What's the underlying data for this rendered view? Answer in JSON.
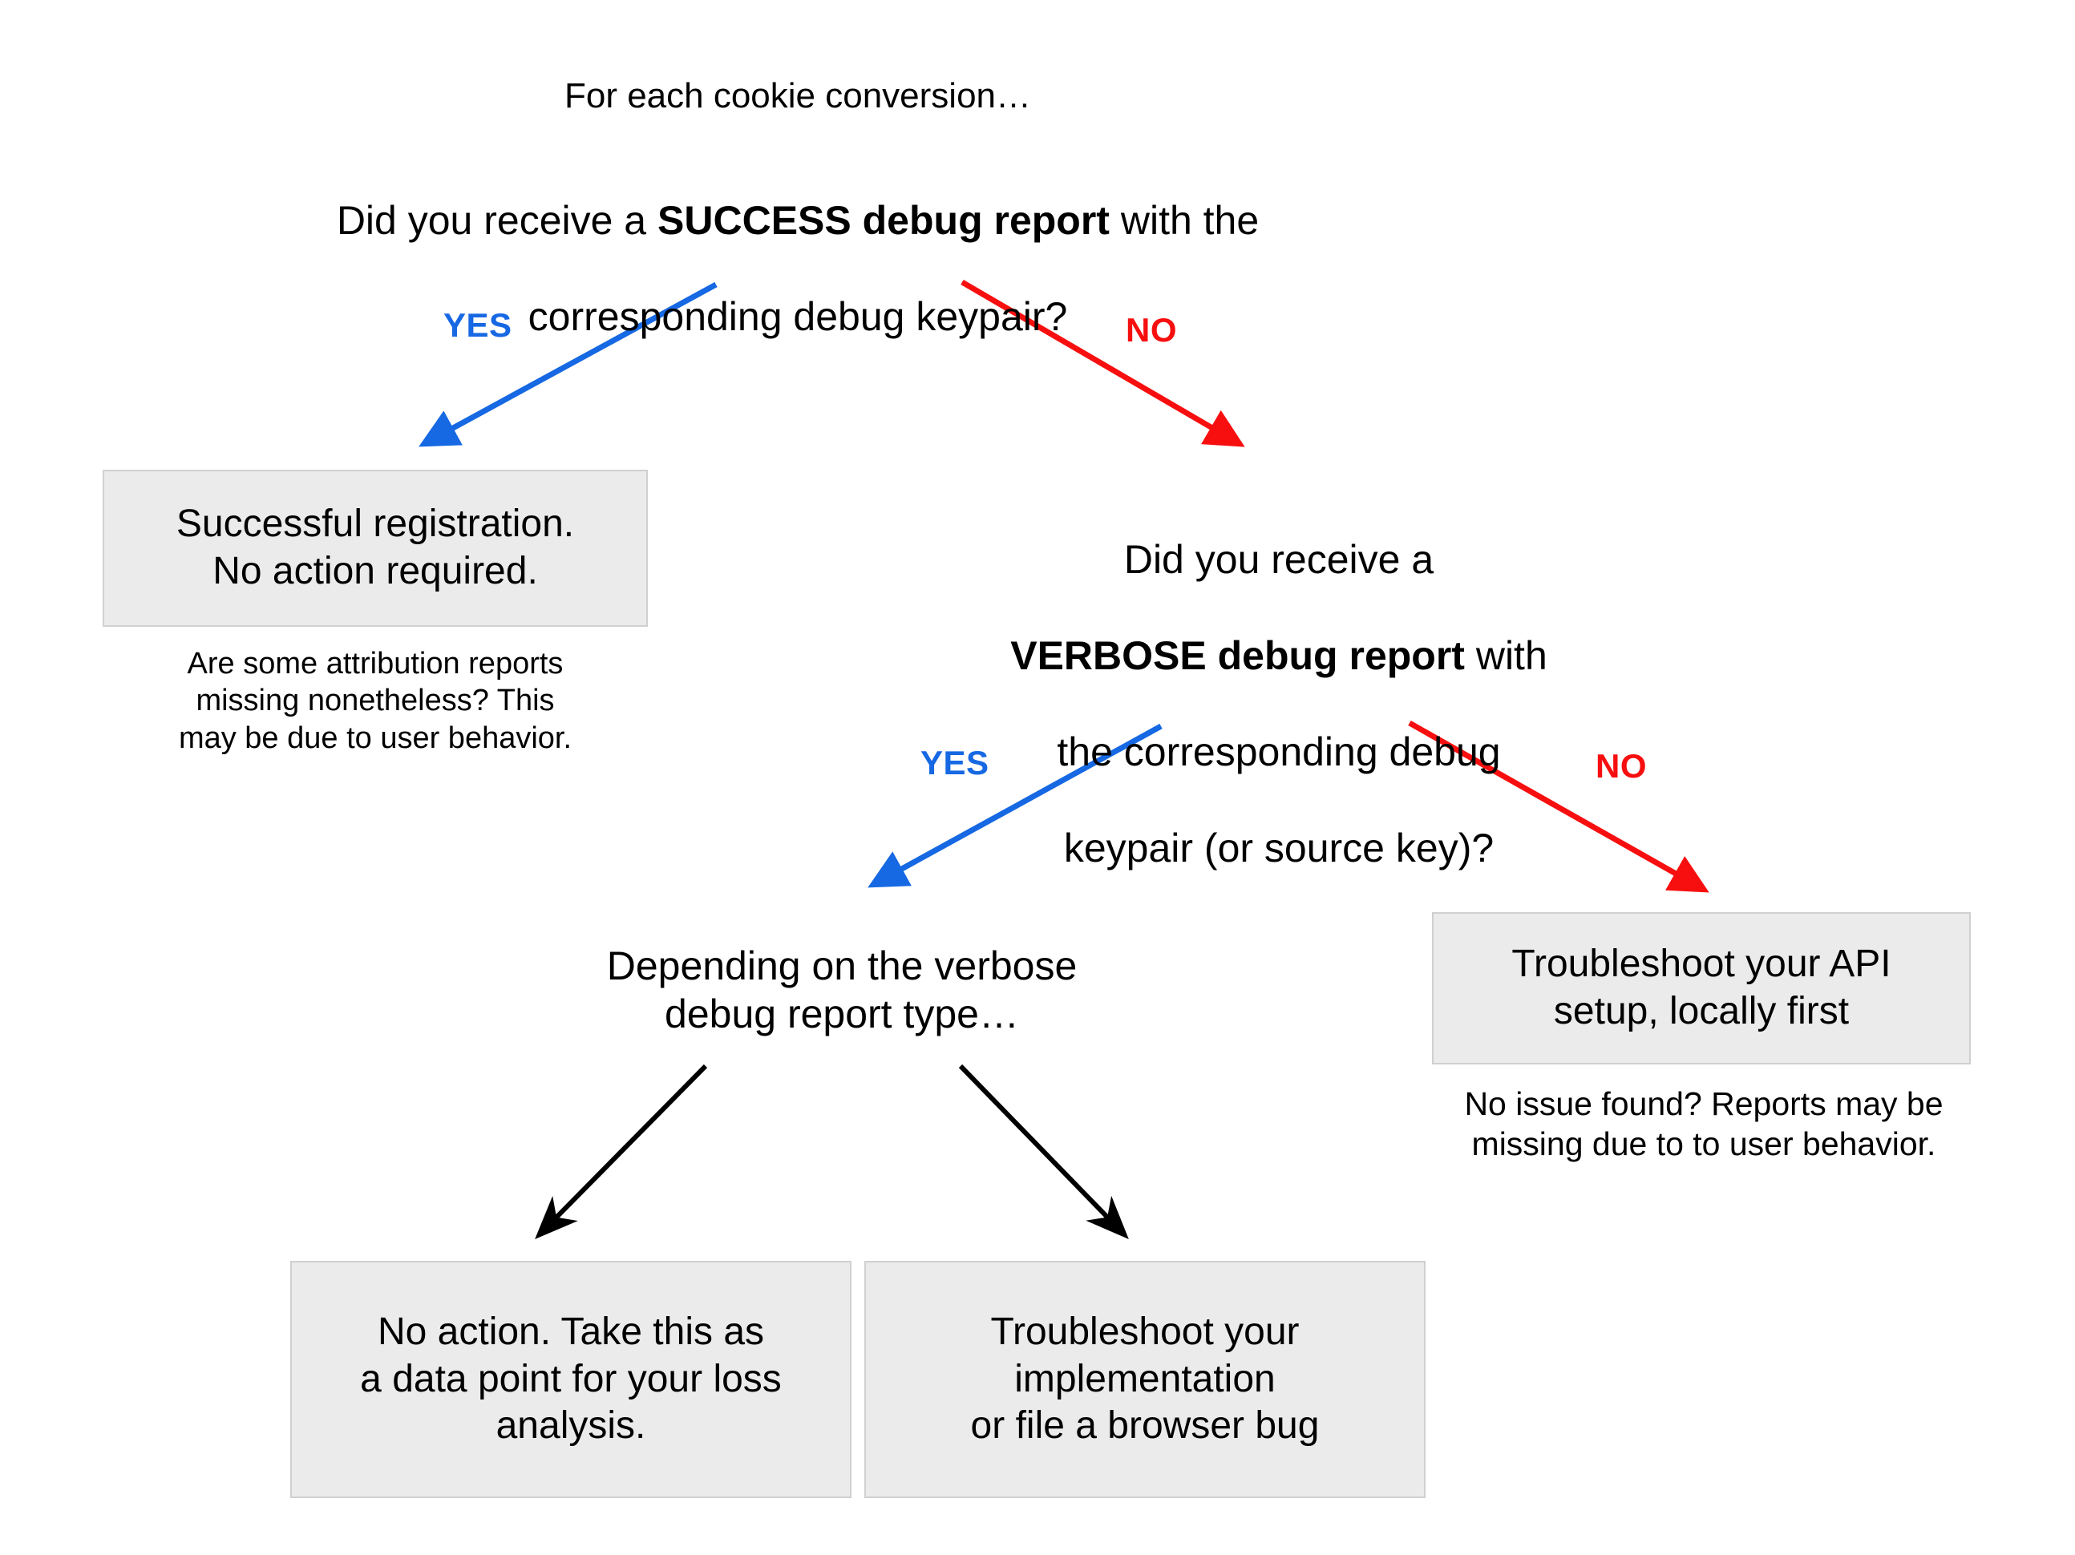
{
  "diagram": {
    "title_lead": "For each cookie conversion…",
    "colors": {
      "yes": "#1668e3",
      "no": "#f70f0f",
      "box_fill": "#ebebeb",
      "box_border": "#d0d0d0",
      "text": "#000000",
      "neutral_arrow": "#000000"
    }
  },
  "root_question": {
    "line1_pre": "Did you receive a ",
    "line1_bold": "SUCCESS debug report",
    "line1_post": " with the",
    "line2": "corresponding debug keypair?"
  },
  "second_question": {
    "line1": "Did you receive a",
    "line2_bold": "VERBOSE debug report",
    "line2_post": " with",
    "line3": "the corresponding debug",
    "line4": "keypair (or source key)?"
  },
  "third_prompt": {
    "text": "Depending on the verbose\ndebug report type…"
  },
  "edges": [
    {
      "id": "edge-root-yes",
      "label": "YES",
      "kind": "yes"
    },
    {
      "id": "edge-root-no",
      "label": "NO",
      "kind": "no"
    },
    {
      "id": "edge-second-yes",
      "label": "YES",
      "kind": "yes"
    },
    {
      "id": "edge-second-no",
      "label": "NO",
      "kind": "no"
    },
    {
      "id": "edge-type-left",
      "label": "",
      "kind": "neutral"
    },
    {
      "id": "edge-type-right",
      "label": "",
      "kind": "neutral"
    }
  ],
  "boxes": {
    "success": {
      "text": "Successful registration.\nNo action required."
    },
    "api_setup": {
      "text": "Troubleshoot your API\nsetup, locally first"
    },
    "no_action": {
      "text": "No action. Take this as\na data point for your loss\nanalysis."
    },
    "implementation": {
      "text": "Troubleshoot your\nimplementation\nor file a browser bug"
    }
  },
  "captions": {
    "success_note": "Are some attribution reports\nmissing nonetheless? This\nmay be due to user behavior.",
    "api_note": "No issue found? Reports may be\nmissing due to to user behavior."
  }
}
